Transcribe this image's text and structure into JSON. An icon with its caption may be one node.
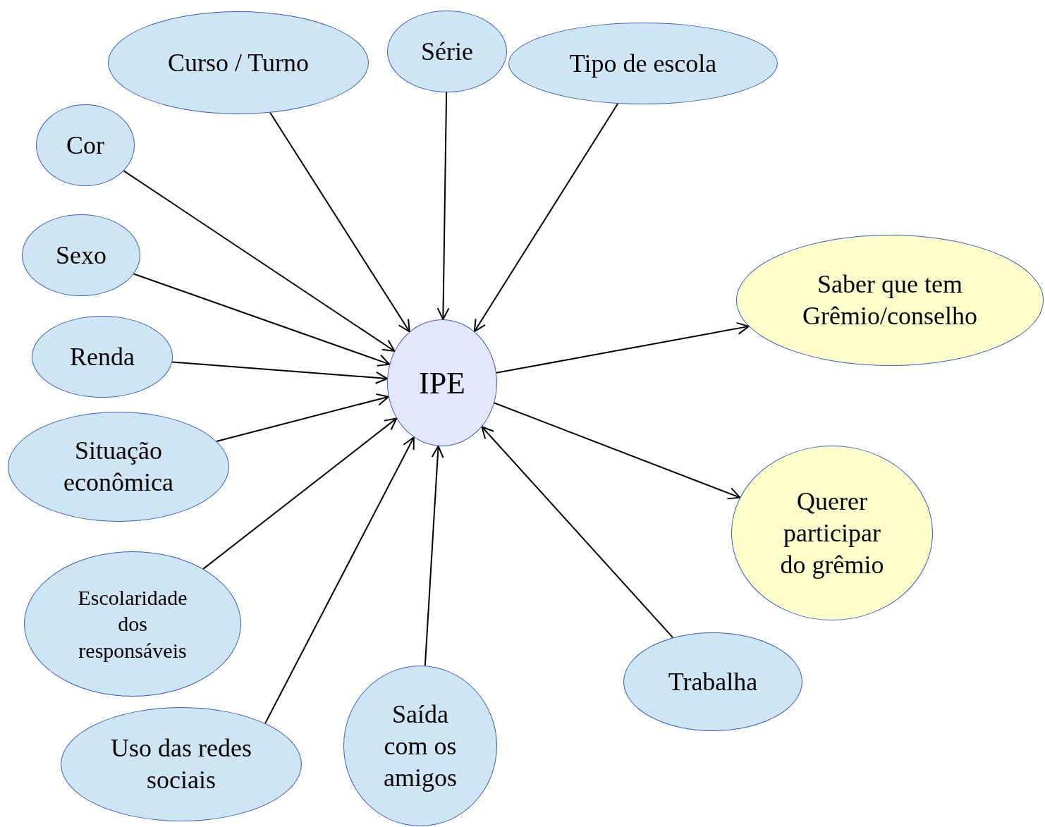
{
  "diagram": {
    "nodes": [
      {
        "text": [
          "Curso / Turno"
        ]
      },
      {
        "text": [
          "Série"
        ]
      },
      {
        "text": [
          "Tipo de escola"
        ]
      },
      {
        "text": [
          "Cor"
        ]
      },
      {
        "text": [
          "Sexo"
        ]
      },
      {
        "text": [
          "Saber que tem Grêmio/conselho"
        ]
      },
      {
        "text": [
          "Renda"
        ]
      },
      {
        "text": [
          "IPE"
        ]
      },
      {
        "text": [
          "Situação econômica"
        ]
      },
      {
        "text": [
          "Querer participar do grêmio"
        ]
      },
      {
        "text": [
          "Escolaridade dos responsáveis"
        ]
      },
      {
        "text": [
          "Trabalha"
        ]
      },
      {
        "text": [
          "Uso das redes sociais"
        ]
      },
      {
        "text": [
          "Saída com os amigos"
        ]
      }
    ],
    "edges": [
      {
        "from": 0,
        "to": 7,
        "arrow": "to"
      },
      {
        "from": 1,
        "to": 7,
        "arrow": "to"
      },
      {
        "from": 2,
        "to": 7,
        "arrow": "to"
      },
      {
        "from": 3,
        "to": 7,
        "arrow": "to"
      },
      {
        "from": 4,
        "to": 7,
        "arrow": "to"
      },
      {
        "from": 7,
        "to": 5,
        "arrow": "to"
      },
      {
        "from": 6,
        "to": 7,
        "arrow": "to"
      },
      {
        "from": 8,
        "to": 7,
        "arrow": "to"
      },
      {
        "from": 7,
        "to": 9,
        "arrow": "to"
      },
      {
        "from": 10,
        "to": 7,
        "arrow": "to"
      },
      {
        "from": 11,
        "to": 7,
        "arrow": "to"
      },
      {
        "from": 12,
        "to": 7,
        "arrow": "to"
      },
      {
        "from": 13,
        "to": 7,
        "arrow": "to"
      }
    ]
  }
}
